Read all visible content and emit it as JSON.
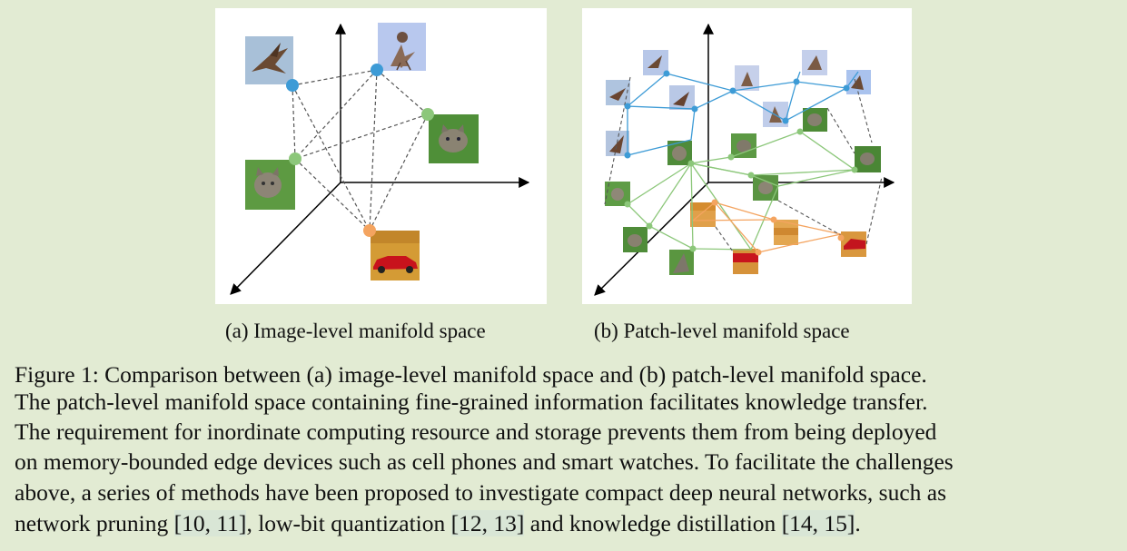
{
  "figure": {
    "subcaption_a": "(a) Image-level manifold space",
    "subcaption_b": "(b) Patch-level manifold space",
    "caption_line1": "Figure 1: Comparison between (a) image-level manifold space and (b) patch-level manifold space.",
    "caption_line2": "The patch-level manifold space containing fine-grained information facilitates knowledge transfer."
  },
  "body": {
    "line3": "The requirement for inordinate computing resource and storage prevents them from being deployed",
    "line4": "on memory-bounded edge devices such as cell phones and smart watches. To facilitate the challenges",
    "line5": "above, a series of methods have been proposed to investigate compact deep neural networks, such as",
    "line6_a": "network pruning ",
    "cite1": "[10, 11]",
    "line6_b": ", low-bit quantization ",
    "cite2": "[12, 13]",
    "line6_c": " and knowledge distillation ",
    "cite3": "[14, 15]",
    "line6_d": "."
  },
  "colors": {
    "page_background": "#e2ebd3",
    "bird_node": "#3d9bd6",
    "cat_node": "#8cc77a",
    "car_node": "#f4a460",
    "edge_dashed": "#555555"
  },
  "icons": [
    "bird-photo-thumbnail",
    "cat-photo-thumbnail",
    "car-photo-thumbnail"
  ]
}
